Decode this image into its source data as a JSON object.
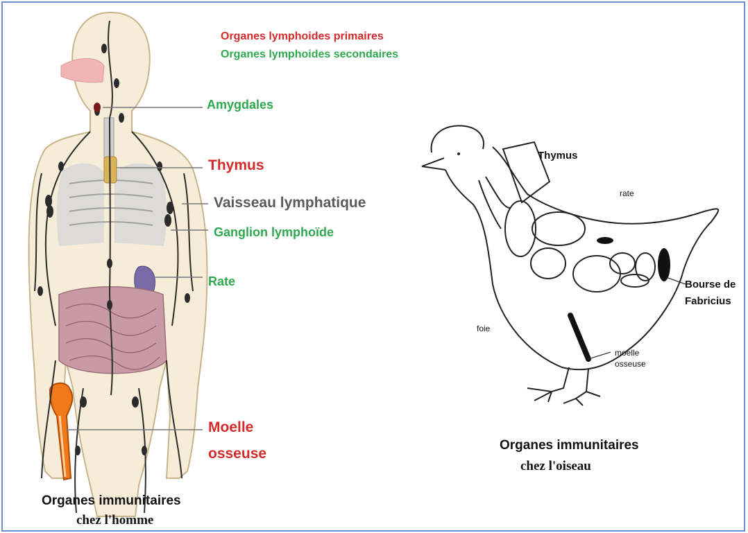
{
  "legend": {
    "primary": "Organes lymphoides primaires",
    "secondary": "Organes lymphoides secondaires"
  },
  "human": {
    "labels": {
      "amygdales": "Amygdales",
      "thymus": "Thymus",
      "vaisseau": "Vaisseau lymphatique",
      "ganglion": "Ganglion lymphoïde",
      "rate": "Rate",
      "moelle_line1": "Moelle",
      "moelle_line2": "osseuse"
    },
    "caption_line1": "Organes immunitaires",
    "caption_line2": "chez l'homme"
  },
  "bird": {
    "labels": {
      "thymus": "Thymus",
      "rate": "rate",
      "bourse_line1": "Bourse de",
      "bourse_line2": "Fabricius",
      "foie": "foie",
      "moelle_line1": "moelle",
      "moelle_line2": "osseuse"
    },
    "caption_line1": "Organes immunitaires",
    "caption_line2": "chez l'oiseau"
  },
  "colors": {
    "primary": "#d42a2a",
    "secondary": "#2fa84f",
    "vessel": "#5a5a5a",
    "frame": "#6b8fd1"
  }
}
